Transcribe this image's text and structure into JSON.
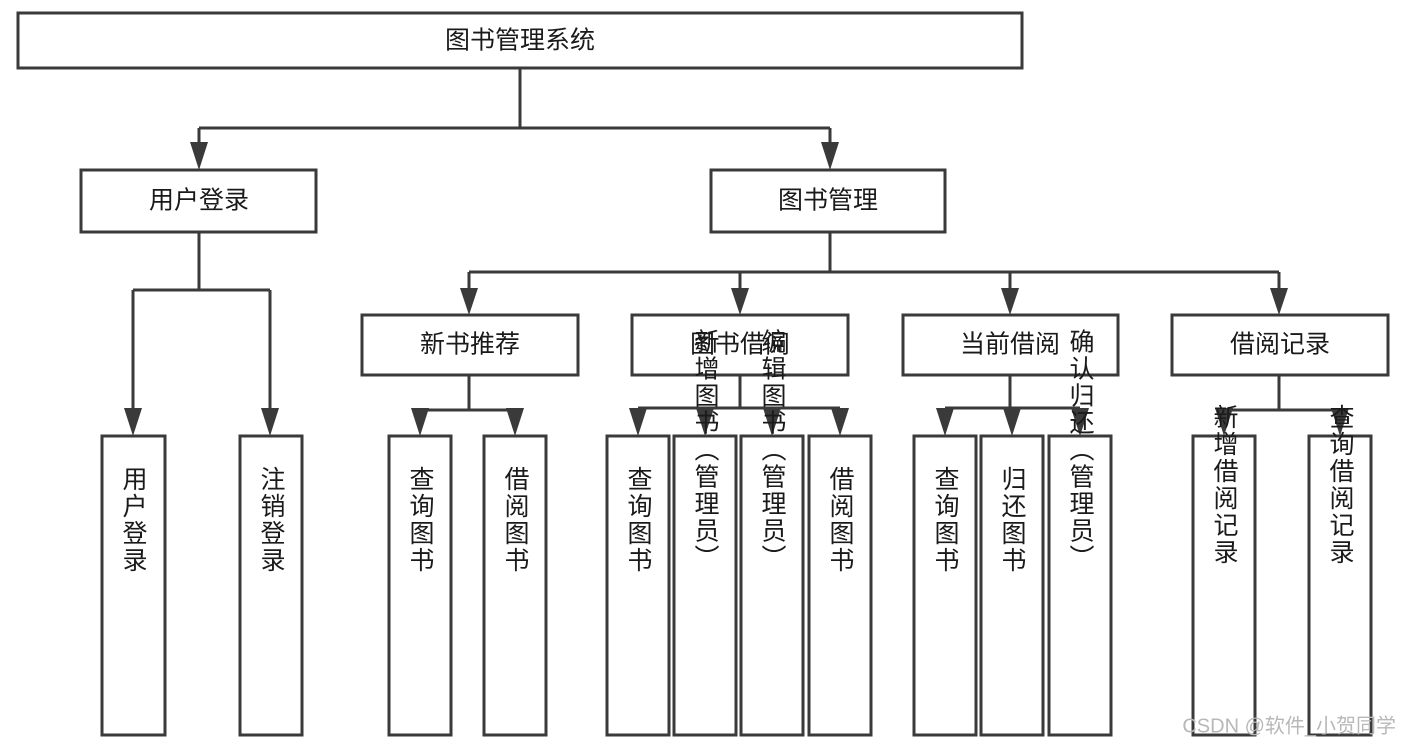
{
  "diagram": {
    "title": "图书管理系统",
    "type": "tree",
    "orientation": "top-down",
    "colors": {
      "box_stroke": "#3a3a3a",
      "box_fill": "#ffffff",
      "text": "#1a1a1a",
      "connector": "#3a3a3a",
      "watermark": "#b8b8b8",
      "background": "#ffffff"
    },
    "nodes": {
      "root": {
        "label": "图书管理系统"
      },
      "level2": [
        {
          "id": "user-login",
          "label": "用户登录"
        },
        {
          "id": "book-manage",
          "label": "图书管理"
        }
      ],
      "level3": [
        {
          "id": "new-book-recommend",
          "label": "新书推荐"
        },
        {
          "id": "book-borrow",
          "label": "图书借阅"
        },
        {
          "id": "current-borrow",
          "label": "当前借阅"
        },
        {
          "id": "borrow-record",
          "label": "借阅记录"
        }
      ],
      "leaves": {
        "user_login": [
          {
            "id": "leaf-user-login",
            "label": "用户登录"
          },
          {
            "id": "leaf-logout",
            "label": "注销登录"
          }
        ],
        "new_book_recommend": [
          {
            "id": "leaf-query-book-1",
            "label": "查询图书"
          },
          {
            "id": "leaf-borrow-book-1",
            "label": "借阅图书"
          }
        ],
        "book_borrow": [
          {
            "id": "leaf-query-book-2",
            "label": "查询图书"
          },
          {
            "id": "leaf-add-book",
            "label": "新增图书（管理员）"
          },
          {
            "id": "leaf-edit-book",
            "label": "编辑图书（管理员）"
          },
          {
            "id": "leaf-borrow-book-2",
            "label": "借阅图书"
          }
        ],
        "current_borrow": [
          {
            "id": "leaf-query-book-3",
            "label": "查询图书"
          },
          {
            "id": "leaf-return-book",
            "label": "归还图书"
          },
          {
            "id": "leaf-confirm-return",
            "label": "确认归还（管理员）"
          }
        ],
        "borrow_record": [
          {
            "id": "leaf-add-record",
            "label": "新增借阅记录"
          },
          {
            "id": "leaf-query-record",
            "label": "查询借阅记录"
          }
        ]
      }
    },
    "watermark": "CSDN @软件_小贺同学"
  }
}
